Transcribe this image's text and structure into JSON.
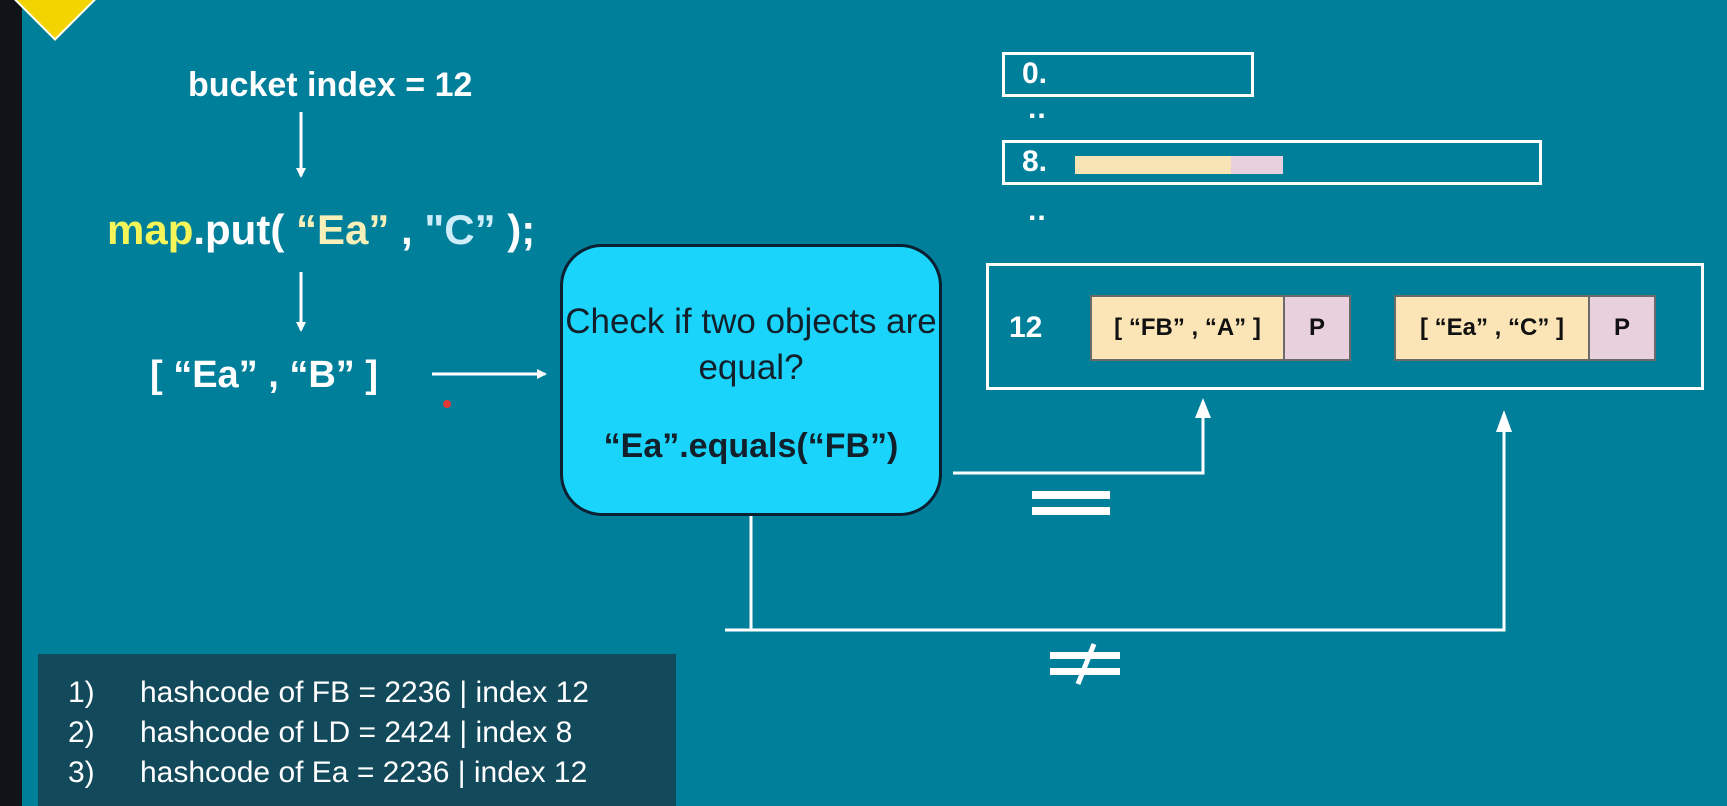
{
  "flow": {
    "bucket_index_text": "bucket index = 12",
    "put_call": {
      "obj": "map",
      "method": ".put( ",
      "key": "“Ea”",
      "sep": " , ",
      "value": "\"C”",
      "close": " );"
    },
    "entry_pair": "[ “Ea” , “B” ]"
  },
  "check_box": {
    "question": "Check if two objects are equal?",
    "code": "“Ea”.equals(“FB”)"
  },
  "buckets": {
    "slot0_label": "0.",
    "dots_a": "..",
    "slot8_label": "8.",
    "dots_b": "..",
    "slot12_label": "12",
    "node1_key": "[ “FB” , “A” ]",
    "node1_ptr": "P",
    "node2_key": "[ “Ea” , “C” ]",
    "node2_ptr": "P"
  },
  "legend": [
    {
      "num": "1)",
      "text": "hashcode of FB = 2236  | index 12"
    },
    {
      "num": "2)",
      "text": "hashcode of LD = 2424  | index  8"
    },
    {
      "num": "3)",
      "text": "hashcode of Ea = 2236  | index 12"
    }
  ],
  "colors": {
    "background": "#007f9b",
    "check_box": "#1ad4fb",
    "key_cell": "#fbe4b6",
    "pointer_cell": "#e9d0dd",
    "highlight": "#f5f55a"
  }
}
